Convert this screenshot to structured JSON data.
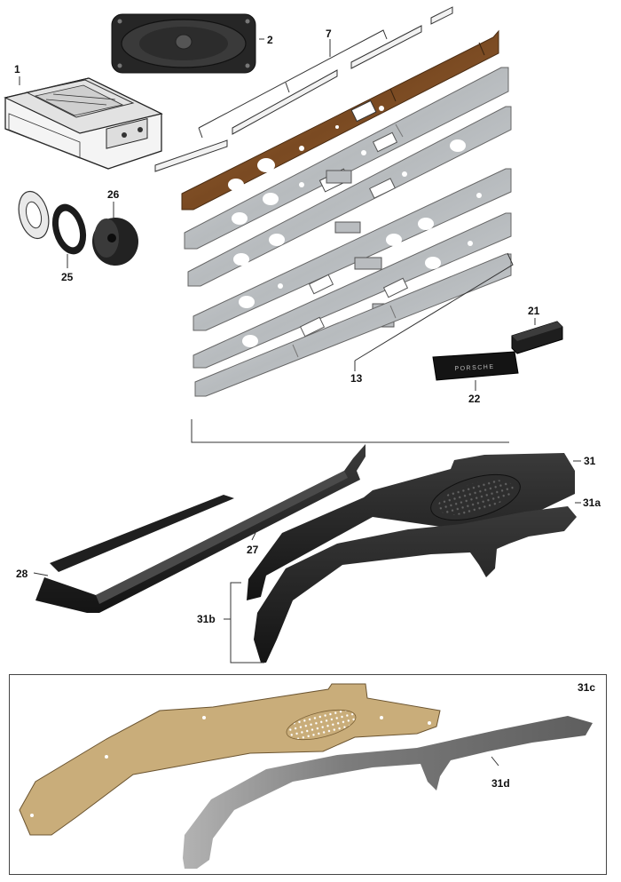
{
  "diagram": {
    "callouts": {
      "c1": "1",
      "c2": "2",
      "c7": "7",
      "c13": "13",
      "c21": "21",
      "c22": "22",
      "c25": "25",
      "c26": "26",
      "c27": "27",
      "c28": "28",
      "c31": "31",
      "c31a": "31a",
      "c31b": "31b",
      "c31c": "31c",
      "c31d": "31d"
    },
    "badge_text": "PORSCHE"
  },
  "colors": {
    "wood": "#8a5a2b",
    "aluminum": "#c9cdd0",
    "rubber": "#1e1e1e",
    "tan": "#c9ad7a",
    "grey_pad": "#8e8e8e"
  }
}
